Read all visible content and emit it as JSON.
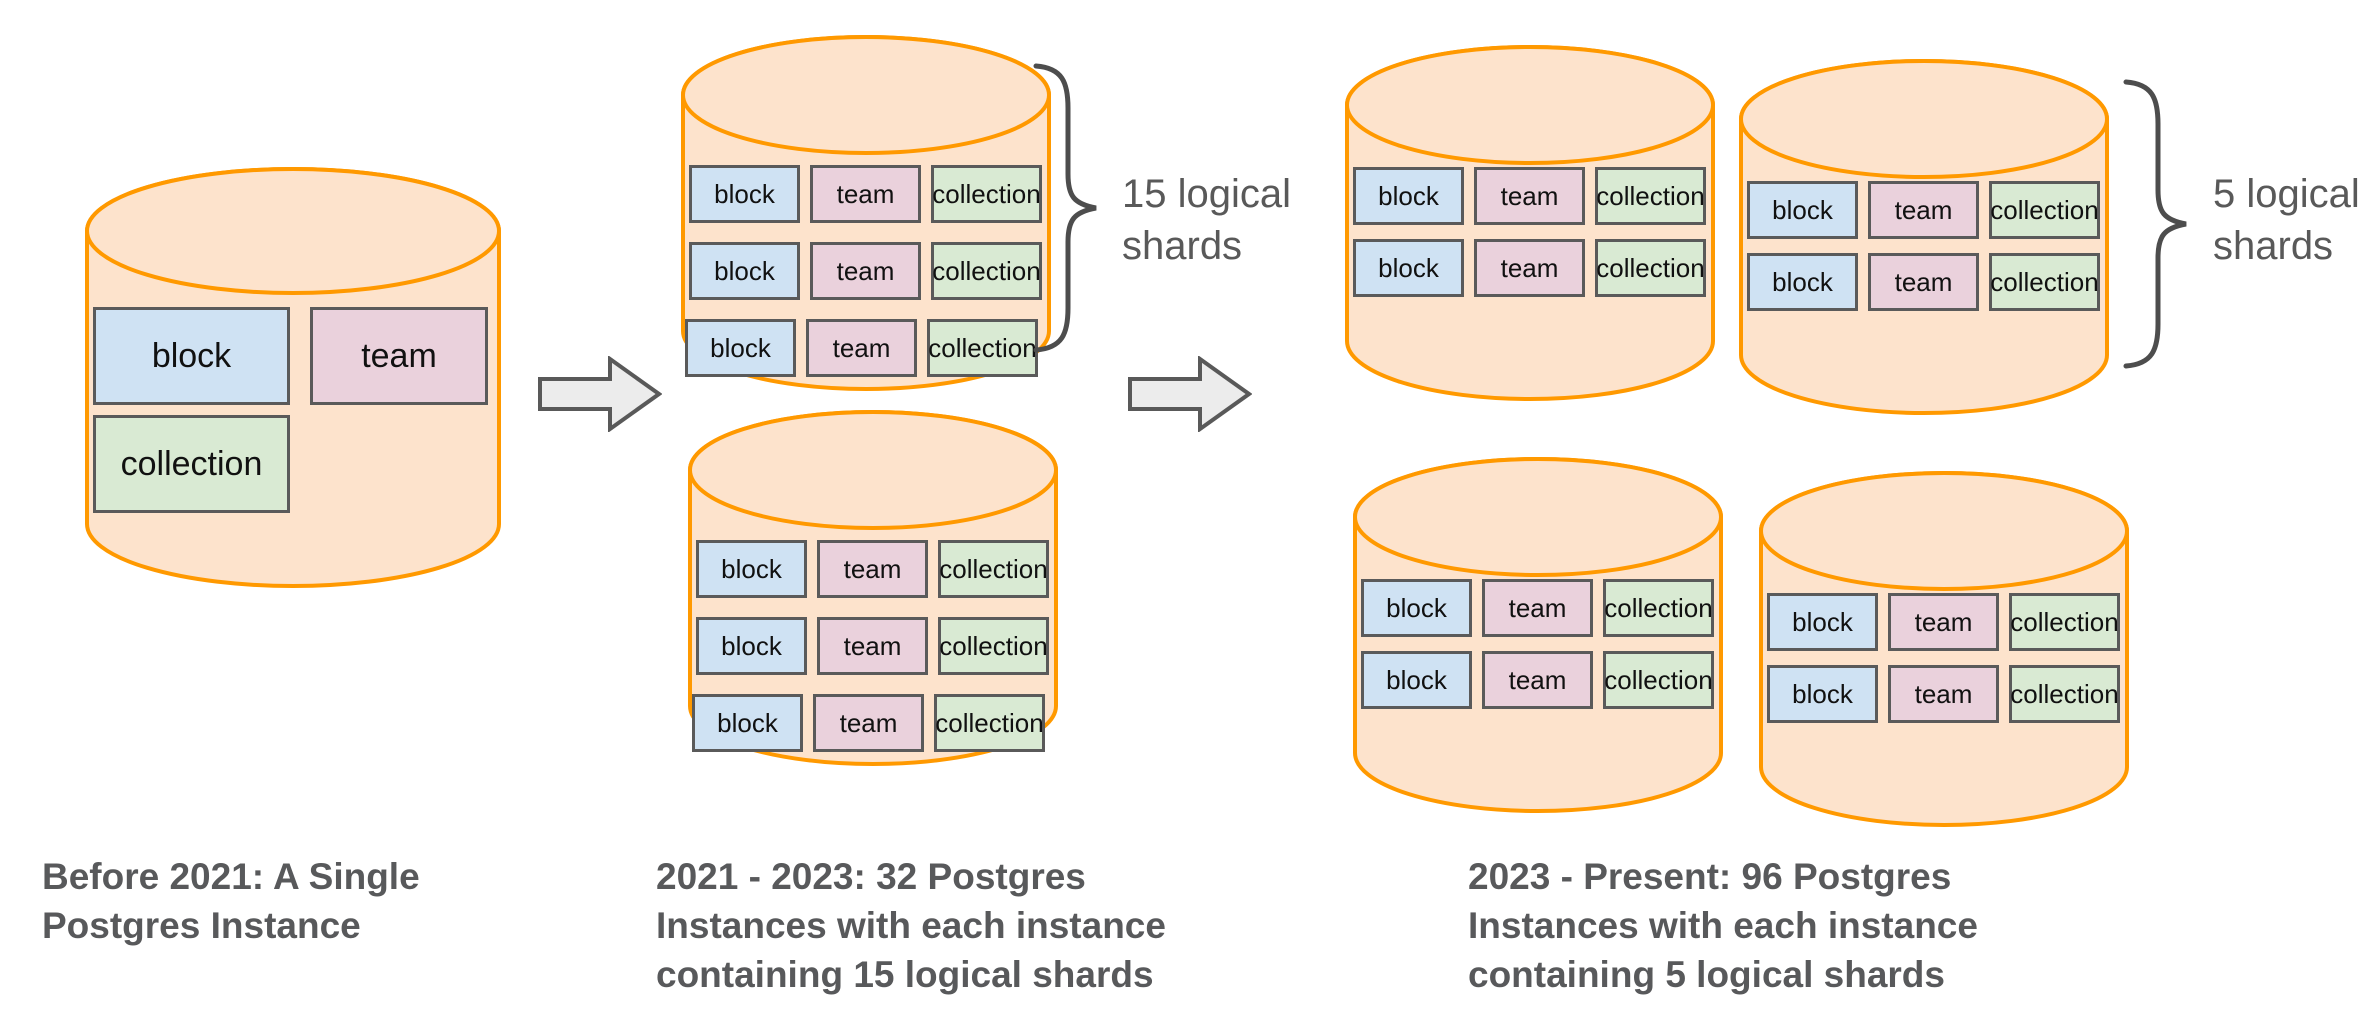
{
  "labels": {
    "block": "block",
    "team": "team",
    "collection": "collection"
  },
  "stages": [
    {
      "caption_lines": [
        "Before 2021: A Single",
        "Postgres Instance"
      ]
    },
    {
      "caption_lines": [
        "2021 - 2023: 32 Postgres",
        "Instances with each instance",
        "containing 15 logical shards"
      ],
      "brace_label_lines": [
        "15 logical",
        "shards"
      ]
    },
    {
      "caption_lines": [
        "2023 - Present: 96 Postgres",
        "Instances with each instance",
        "containing 5 logical shards"
      ],
      "brace_label_lines": [
        "5 logical",
        "shards"
      ]
    }
  ],
  "colors": {
    "cylinder_fill": "#fde3cc",
    "cylinder_stroke": "#ff9900",
    "block_fill": "#cfe2f3",
    "team_fill": "#ead1dc",
    "collection_fill": "#d9ead3",
    "box_stroke": "#5a5a5a",
    "box_text": "#111111",
    "arrow_fill": "#ececec",
    "arrow_stroke": "#595959",
    "brace_stroke": "#4d4d4d",
    "caption_text": "#58595b",
    "annotation_text": "#595959"
  }
}
